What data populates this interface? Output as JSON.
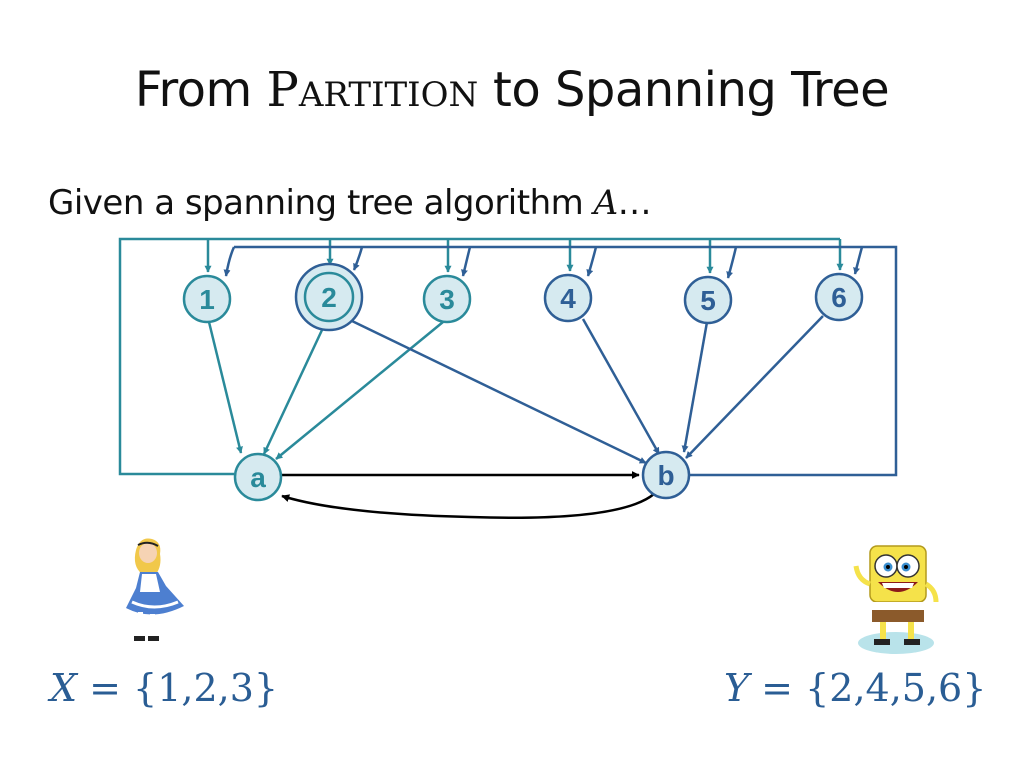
{
  "title": {
    "prefix": "From ",
    "smallcaps": "Partition",
    "suffix": " to Spanning Tree"
  },
  "subtitle": {
    "text": "Given a spanning tree algorithm ",
    "variable": "A",
    "ellipsis": "…"
  },
  "diagram": {
    "element_nodes": [
      "1",
      "2",
      "3",
      "4",
      "5",
      "6"
    ],
    "highlighted_node": "2",
    "terminal_nodes": [
      "a",
      "b"
    ],
    "edges_to_a": [
      "1",
      "2",
      "3"
    ],
    "edges_to_b": [
      "2",
      "4",
      "5",
      "6"
    ],
    "colors": {
      "alice_side": "#2a8a9a",
      "bob_side": "#2f5f96",
      "node_fill": "#d6eaf0",
      "black_edges": "#000000"
    }
  },
  "sets": {
    "x": {
      "name": "X",
      "value": " = {1,2,3}"
    },
    "y": {
      "name": "Y",
      "value": " = {2,4,5,6}"
    }
  },
  "images": {
    "left": "alice-figure",
    "right": "spongebob-figure"
  }
}
